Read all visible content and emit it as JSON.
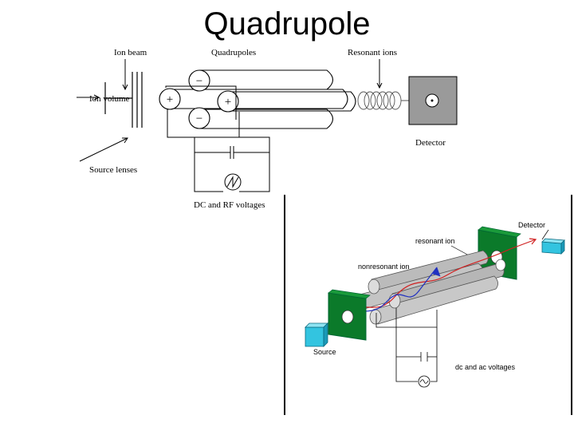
{
  "slide": {
    "title": "Quadrupole"
  },
  "top_diagram": {
    "labels": {
      "ion_beam": "Ion beam",
      "quadrupoles": "Quadrupoles",
      "resonant_ions": "Resonant ions",
      "ion_volume": "Ion volume",
      "detector": "Detector",
      "source_lenses": "Source lenses",
      "dc_rf_voltages": "DC and RF voltages"
    },
    "rod_signs": [
      "−",
      "+",
      "+",
      "−"
    ]
  },
  "bottom_diagram": {
    "labels": {
      "detector": "Detector",
      "resonant_ion": "resonant ion",
      "nonresonant_ion": "nonresonant ion",
      "source": "Source",
      "dc_ac_voltages": "dc and ac voltages"
    }
  },
  "colors": {
    "housing_green": "#0b7a2a",
    "box_cyan": "#33c4e0",
    "detector_gray": "#9a9a9a",
    "ion_red": "#d02020",
    "ion_blue": "#2030c0"
  }
}
